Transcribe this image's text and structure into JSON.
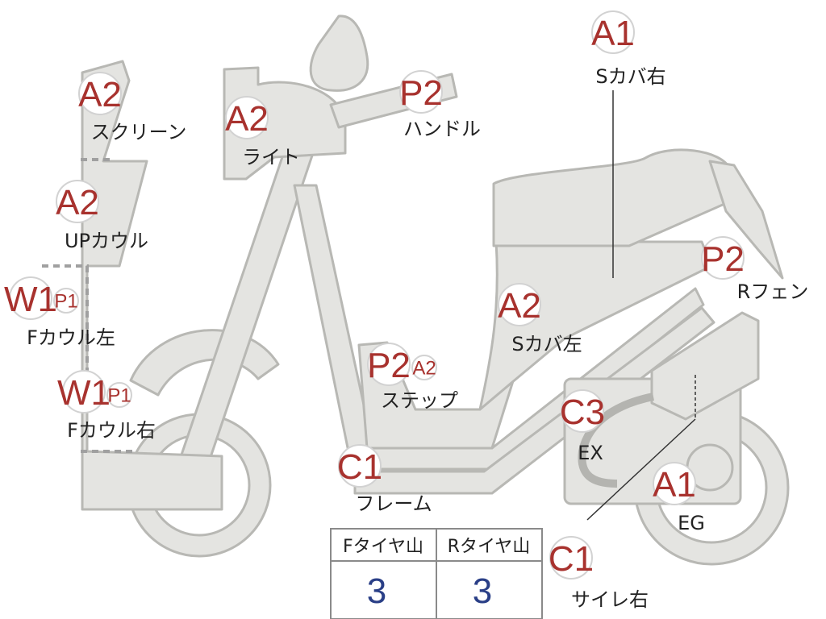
{
  "colors": {
    "body_fill": "#e4e4e1",
    "body_stroke": "#b8b8b4",
    "badge_fill": "#ffffff",
    "badge_stroke": "#d2d2d2",
    "badge_text": "#a8322e",
    "label_text": "#222222",
    "table_border": "#8a8a8a",
    "table_value": "#2a3f87",
    "dash": "#a0a0a0",
    "leader_line": "#333333"
  },
  "parts": {
    "s_cover_right": {
      "grade": "A1",
      "label": "Sカバ右"
    },
    "screen": {
      "grade": "A2",
      "label": "スクリーン"
    },
    "light": {
      "grade": "A2",
      "label": "ライト"
    },
    "handle": {
      "grade": "P2",
      "label": "ハンドル"
    },
    "up_cowl": {
      "grade": "A2",
      "label": "UPカウル"
    },
    "r_fender": {
      "grade": "P2",
      "label": "Rフェン"
    },
    "f_cowl_left": {
      "grade": "W1",
      "sub_grade": "P1",
      "label": "Fカウル左"
    },
    "s_cover_left": {
      "grade": "A2",
      "label": "Sカバ左"
    },
    "step": {
      "grade": "P2",
      "sub_grade": "A2",
      "label": "ステップ"
    },
    "f_cowl_right": {
      "grade": "W1",
      "sub_grade": "P1",
      "label": "Fカウル右"
    },
    "exhaust": {
      "grade": "C3",
      "label": "EX"
    },
    "frame": {
      "grade": "C1",
      "label": "フレーム"
    },
    "engine": {
      "grade": "A1",
      "label": "EG"
    },
    "muffler_right": {
      "grade": "C1",
      "label": "サイレ右"
    }
  },
  "tire_table": {
    "front_header": "Fタイヤ山",
    "rear_header": "Rタイヤ山",
    "front_value": "3",
    "rear_value": "3"
  }
}
